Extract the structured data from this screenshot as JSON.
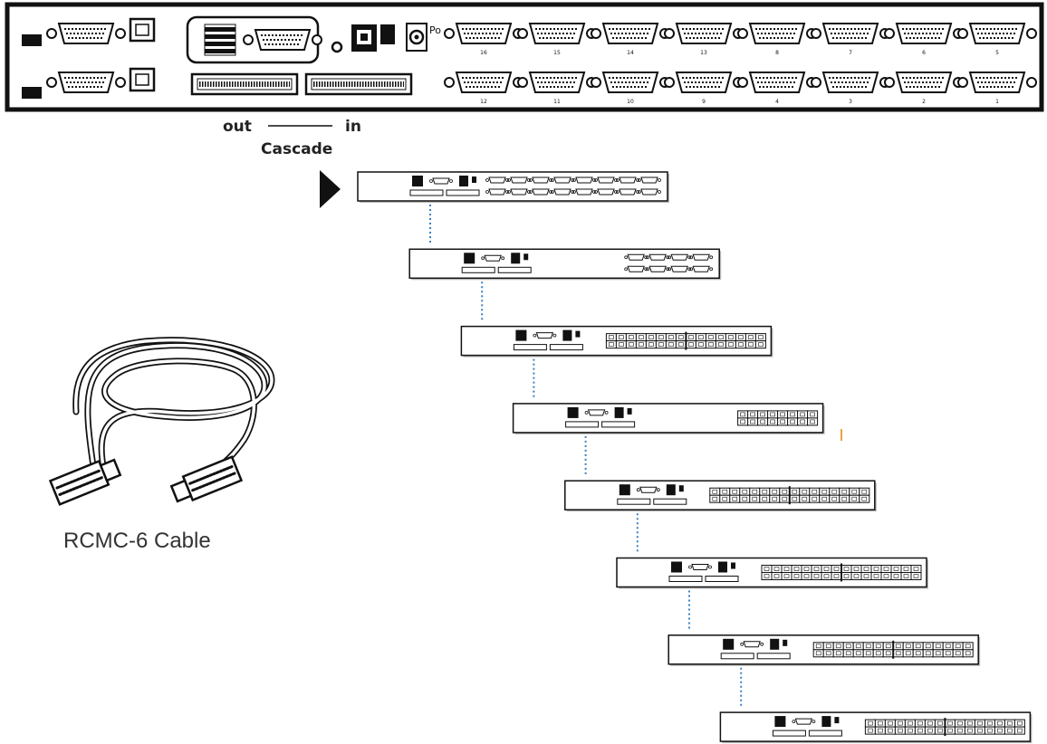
{
  "labels": {
    "out": "out",
    "in": "in",
    "cascade": "Cascade",
    "cable": "RCMC-6 Cable",
    "power_abbrev": "Po"
  },
  "colors": {
    "line": "#111111",
    "link": "#3a7fc4",
    "accent": "#e6a640"
  },
  "panel": {
    "top_port_numbers": [
      "16",
      "15",
      "14",
      "13",
      "8",
      "7",
      "6",
      "5"
    ],
    "bottom_port_numbers": [
      "12",
      "11",
      "10",
      "9",
      "4",
      "3",
      "2",
      "1"
    ]
  },
  "chain": {
    "units": [
      {
        "style": "vga",
        "ports": 16
      },
      {
        "style": "vga",
        "ports": 8
      },
      {
        "style": "rj45",
        "ports": 32
      },
      {
        "style": "rj45",
        "ports": 16
      },
      {
        "style": "rj45",
        "ports": 32
      },
      {
        "style": "rj45",
        "ports": 32
      },
      {
        "style": "rj45",
        "ports": 32
      },
      {
        "style": "rj45",
        "ports": 32
      }
    ]
  },
  "icons": [
    "arrow-right-icon",
    "rcmc-6-cable-icon",
    "kvm-rear-panel"
  ]
}
